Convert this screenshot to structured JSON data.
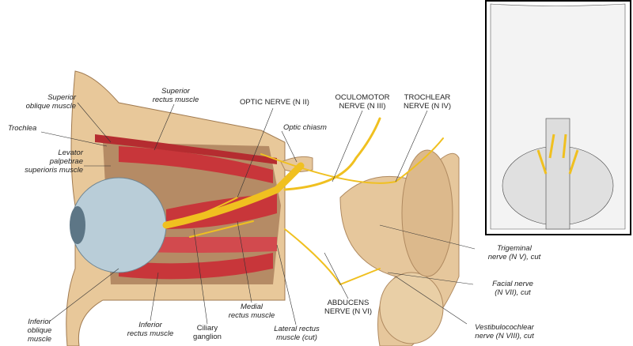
{
  "labels": {
    "superior_oblique": [
      "Superior",
      "oblique muscle"
    ],
    "superior_rectus": [
      "Superior",
      "rectus muscle"
    ],
    "optic_nerve": [
      "OPTIC NERVE (N II)"
    ],
    "oculomotor": [
      "OCULOMOTOR",
      "NERVE (N III)"
    ],
    "trochlear_nerve": [
      "TROCHLEAR",
      "NERVE (N IV)"
    ],
    "trochlea": [
      "Trochlea"
    ],
    "optic_chiasm": [
      "Optic chiasm"
    ],
    "levator": [
      "Levator",
      "palpebrae",
      "superioris muscle"
    ],
    "trigeminal": [
      "Trigeminal",
      "nerve (N V), cut"
    ],
    "facial": [
      "Facial nerve",
      "(N VII), cut"
    ],
    "vestibulocochlear": [
      "Vestibulocochlear",
      "nerve (N VIII), cut"
    ],
    "abducens": [
      "ABDUCENS",
      "NERVE (N VI)"
    ],
    "inferior_oblique": [
      "Inferior",
      "oblique",
      "muscle"
    ],
    "inferior_rectus": [
      "Inferior",
      "rectus muscle"
    ],
    "ciliary_ganglion": [
      "Ciliary",
      "ganglion"
    ],
    "medial_rectus": [
      "Medial",
      "rectus muscle"
    ],
    "lateral_rectus": [
      "Lateral rectus",
      "muscle (cut)"
    ]
  },
  "colors": {
    "muscle": "#c8363a",
    "nerve": "#f0c020",
    "bone": "#e8c89a",
    "brain": "#e6c79c",
    "eye": "#b9cdd8"
  }
}
